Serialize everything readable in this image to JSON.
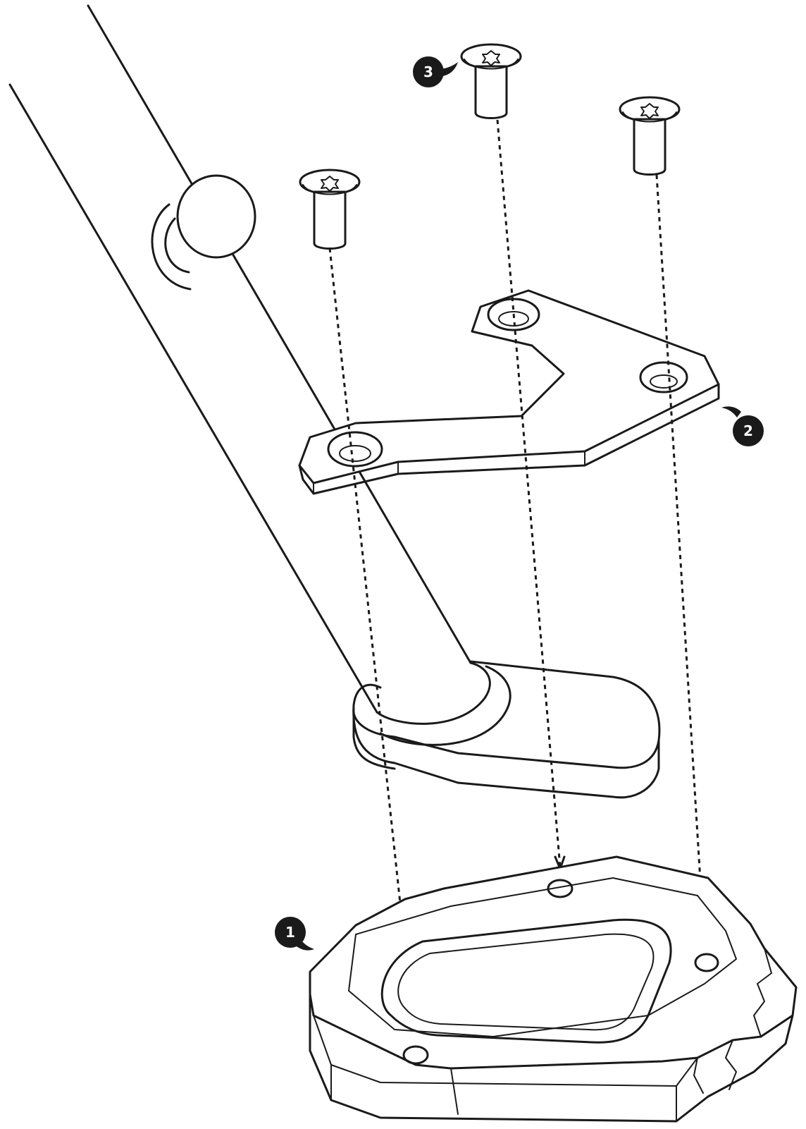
{
  "callouts": [
    {
      "id": "1",
      "label": "1"
    },
    {
      "id": "2",
      "label": "2"
    },
    {
      "id": "3",
      "label": "3"
    }
  ],
  "colors": {
    "line": "#1a1a1a",
    "background": "#ffffff",
    "callout_fill": "#1a1a1a",
    "callout_text": "#ffffff"
  }
}
